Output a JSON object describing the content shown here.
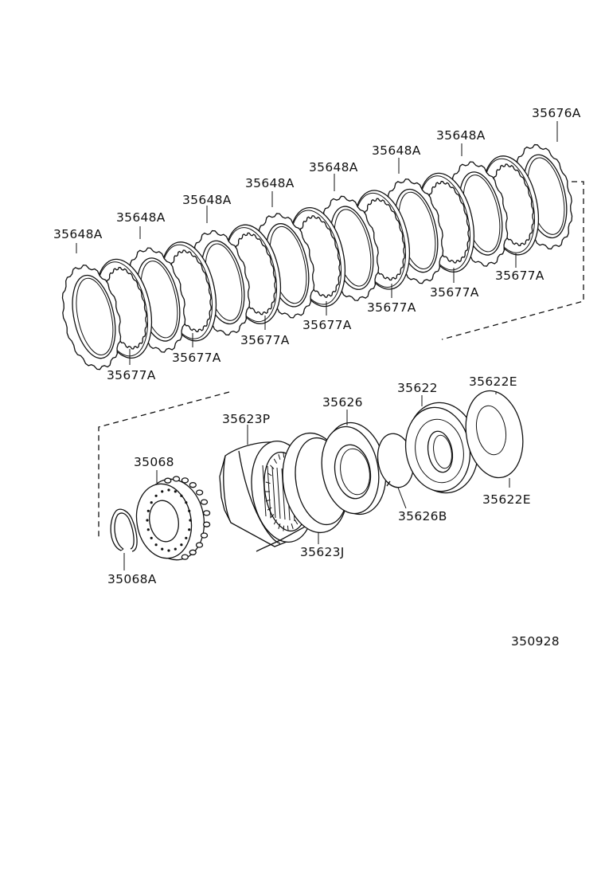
{
  "labels": {
    "p35676A": "35676A",
    "p35648A_1": "35648A",
    "p35648A_2": "35648A",
    "p35648A_3": "35648A",
    "p35648A_4": "35648A",
    "p35648A_5": "35648A",
    "p35648A_6": "35648A",
    "p35648A_7": "35648A",
    "p35677A_1": "35677A",
    "p35677A_2": "35677A",
    "p35677A_3": "35677A",
    "p35677A_4": "35677A",
    "p35677A_5": "35677A",
    "p35677A_6": "35677A",
    "p35677A_7": "35677A",
    "p35623P": "35623P",
    "p35626": "35626",
    "p35622": "35622",
    "p35622E_top": "35622E",
    "p35622E_bottom": "35622E",
    "p35626B": "35626B",
    "p35623J": "35623J",
    "p35068": "35068",
    "p35068A": "35068A",
    "figure_number": "350928"
  }
}
